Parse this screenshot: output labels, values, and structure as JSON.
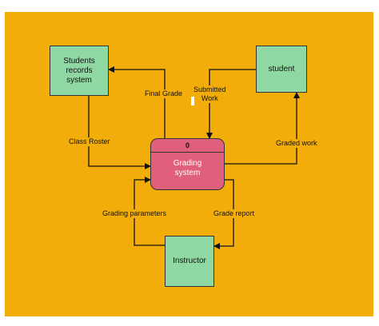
{
  "diagram": {
    "process": {
      "id": "0",
      "name": "Grading\nsystem"
    },
    "entities": {
      "student_records": "Students\nrecords\nsystem",
      "student": "student",
      "instructor": "Instructor"
    },
    "flows": {
      "final_grade": "Final Grade",
      "submitted_work": "Submitted\nWork",
      "class_roster": "Class Roster",
      "graded_work": "Graded work",
      "grading_parameters": "Grading parameters",
      "grade_report": "Grade report"
    },
    "colors": {
      "background": "#f2ad0a",
      "entity": "#8fd8a3",
      "process": "#e05f7a",
      "line": "#111111"
    }
  }
}
